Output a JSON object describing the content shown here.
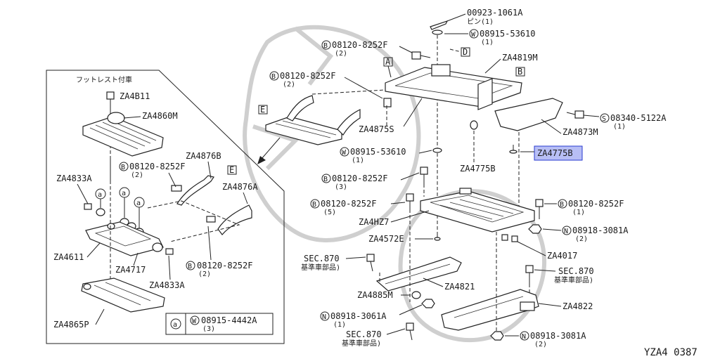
{
  "diagram": {
    "inset_title": "フットレスト付車",
    "figure_code": "YZA4  0387",
    "highlight_color": "#b7bef5",
    "highlighted_part": "ZA4775B",
    "main_labels": {
      "p00923": "00923-1061A",
      "p00923_sub": "ピン(1)",
      "w08915a": "08915-53610",
      "w08915a_qty": "(1)",
      "b08120a": "08120-8252F",
      "b08120a_qty": "(2)",
      "d_tag": "D",
      "za4819m": "ZA4819M",
      "a_tag": "A",
      "b08120b": "08120-8252F",
      "b08120b_qty": "(2)",
      "b_tag": "B",
      "e_tag": "E",
      "s08340": "08340-5122A",
      "s08340_qty": "(1)",
      "za4873m": "ZA4873M",
      "za4875s": "ZA4875S",
      "za4775b_hl": "ZA4775B",
      "w08915b": "08915-53610",
      "w08915b_qty": "(1)",
      "za4775b": "ZA4775B",
      "b08120c": "08120-8252F",
      "b08120c_qty": "(3)",
      "b08120d": "08120-8252F",
      "b08120d_qty": "(5)",
      "b08120e": "08120-8252F",
      "b08120e_qty": "(1)",
      "za4hz7": "ZA4HZ7",
      "n08918a": "08918-3081A",
      "n08918a_qty": "(2)",
      "za4572e": "ZA4572E",
      "za4017": "ZA4017",
      "sec870a": "SEC.870",
      "sec870a_sub": "基準車部品)",
      "sec870b": "SEC.870",
      "sec870b_sub": "基準車部品)",
      "za4821": "ZA4821",
      "za4885m": "ZA4885M",
      "n08918b": "08918-3061A",
      "n08918b_qty": "(1)",
      "za4822": "ZA4822",
      "sec870c": "SEC.870",
      "sec870c_sub": "基準車部品)",
      "n08918c": "08918-3081A",
      "n08918c_qty": "(2)"
    },
    "inset_labels": {
      "za4b11": "ZA4B11",
      "za4860m": "ZA4860M",
      "za4876b": "ZA4876B",
      "b08120f": "08120-8252F",
      "b08120f_qty": "(2)",
      "e_tag": "E",
      "za4833a_top": "ZA4833A",
      "za4876a": "ZA4876A",
      "a_mark": "a",
      "za4611": "ZA4611",
      "za4717": "ZA4717",
      "b08120g": "08120-8252F",
      "b08120g_qty": "(2)",
      "za4833a_bot": "ZA4833A",
      "za4865p": "ZA4865P",
      "legend_mark": "a",
      "w08915c": "08915-4442A",
      "w08915c_qty": "(3)"
    },
    "prefix_marks": {
      "bolt": "B",
      "washer": "W",
      "nut": "N",
      "screw": "S"
    }
  }
}
